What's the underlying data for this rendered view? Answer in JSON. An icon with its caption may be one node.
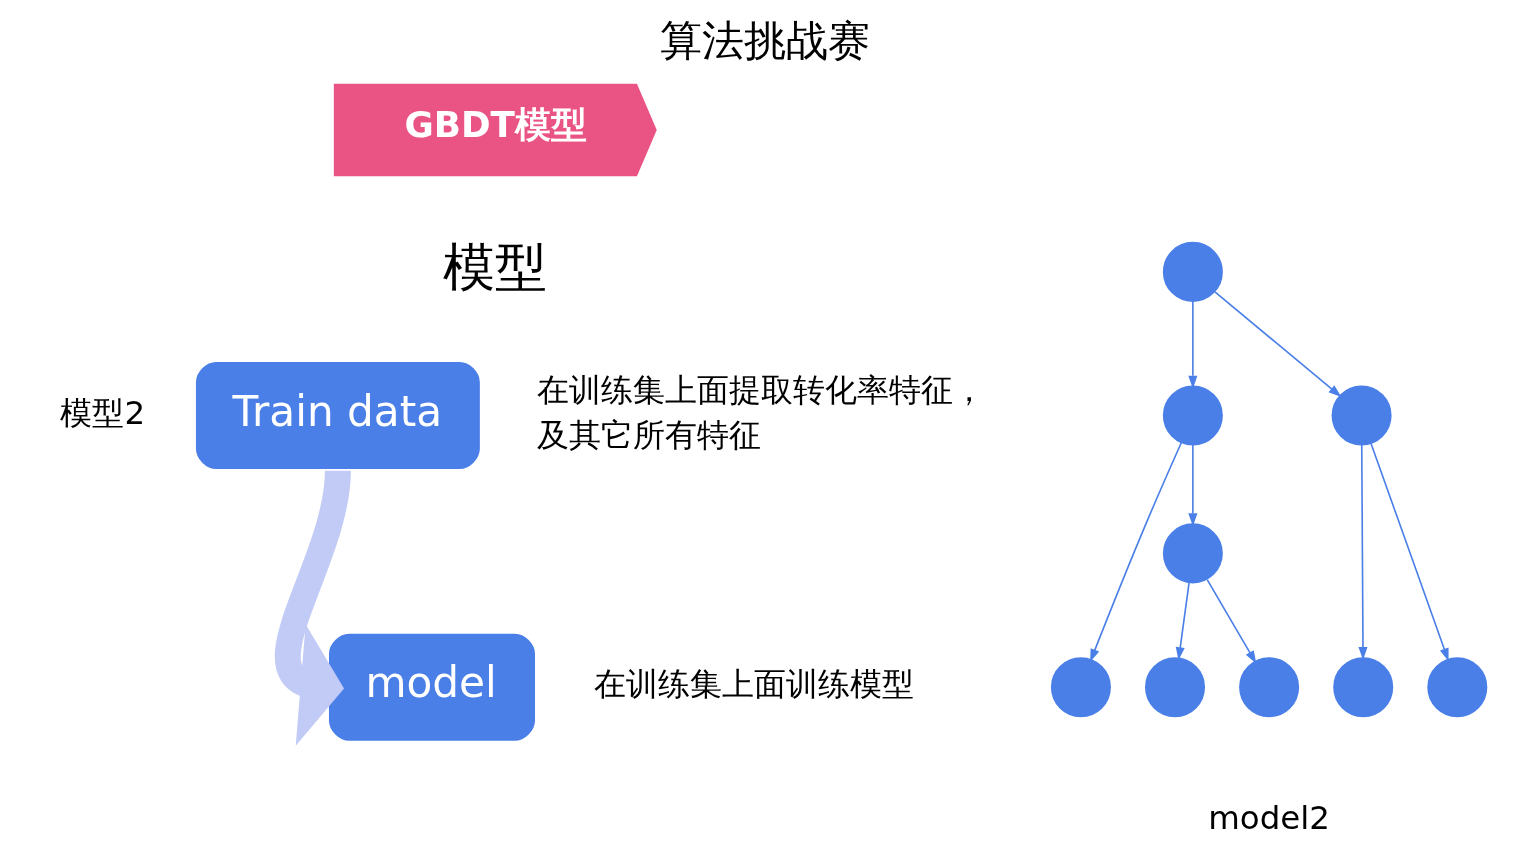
{
  "diagram": {
    "title": "算法挑战赛",
    "nodes": [
      {
        "text": [
          "GBDT模型"
        ]
      },
      {
        "text": [
          "Train data"
        ],
        "beside": [
          "在训练集上面提取转化率特征，",
          "及其它所有特征"
        ]
      },
      {
        "text": [
          "model"
        ],
        "beside": [
          "在训练集上面训练模型"
        ]
      },
      {
        "text": [],
        "shape": "circle"
      },
      {
        "text": [],
        "shape": "circle"
      },
      {
        "text": [],
        "shape": "circle"
      },
      {
        "text": [],
        "shape": "circle"
      },
      {
        "text": [],
        "shape": "circle"
      },
      {
        "text": [],
        "shape": "circle"
      },
      {
        "text": [],
        "shape": "circle"
      },
      {
        "text": [],
        "shape": "circle"
      },
      {
        "text": [],
        "shape": "circle"
      }
    ],
    "edges": [
      {
        "from": 1,
        "to": 2,
        "arrow": "to",
        "style": "thick",
        "color": "#c1cbf5"
      },
      {
        "from": 3,
        "to": 4,
        "arrow": "to"
      },
      {
        "from": 3,
        "to": 5,
        "arrow": "to"
      },
      {
        "from": 4,
        "to": 7,
        "arrow": "to"
      },
      {
        "from": 4,
        "to": 6,
        "arrow": "to"
      },
      {
        "from": 6,
        "to": 8,
        "arrow": "to"
      },
      {
        "from": 6,
        "to": 9,
        "arrow": "to"
      },
      {
        "from": 5,
        "to": 10,
        "arrow": "to"
      },
      {
        "from": 5,
        "to": 11,
        "arrow": "to"
      }
    ],
    "labels": [
      "模型",
      "模型2",
      "model2"
    ]
  }
}
